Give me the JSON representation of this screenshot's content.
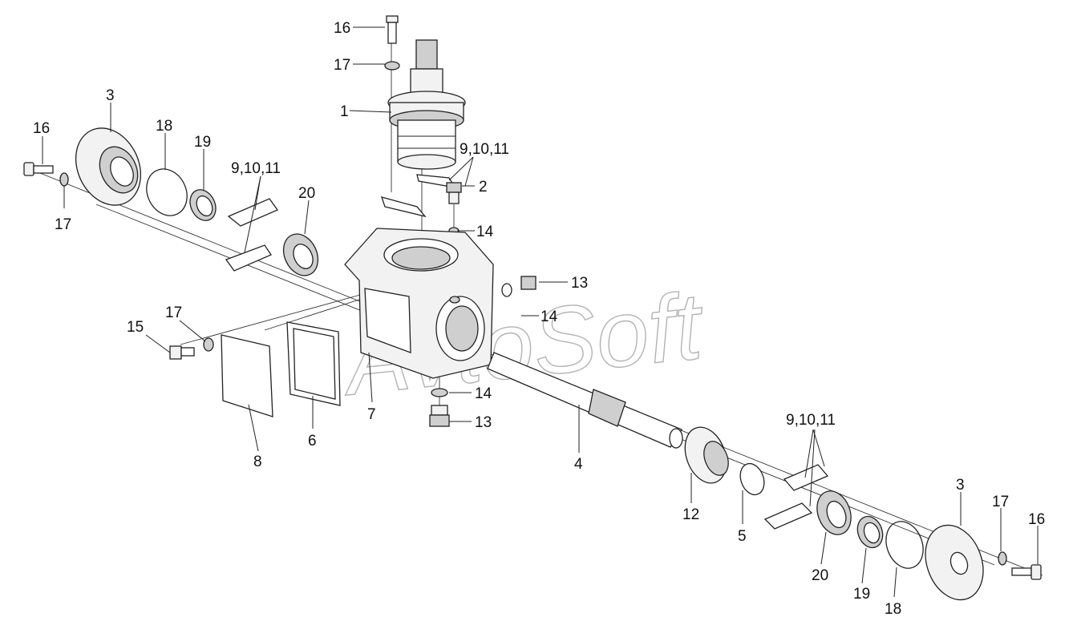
{
  "watermark": "AvtoSoft",
  "callouts": {
    "c1": "1",
    "c2": "2",
    "c3_left": "3",
    "c3_right": "3",
    "c4": "4",
    "c5": "5",
    "c6": "6",
    "c7": "7",
    "c8": "8",
    "c9_10_11_top": "9,10,11",
    "c9_10_11_left": "9,10,11",
    "c9_10_11_right": "9,10,11",
    "c12": "12",
    "c13_top": "13",
    "c13_bottom": "13",
    "c14_top": "14",
    "c14_mid": "14",
    "c14_bottom": "14",
    "c15": "15",
    "c16_top": "16",
    "c16_left": "16",
    "c16_right": "16",
    "c17_top": "17",
    "c17_left": "17",
    "c17_mid": "17",
    "c17_right": "17",
    "c18_left": "18",
    "c18_right": "18",
    "c19_left": "19",
    "c19_right": "19",
    "c20_left": "20",
    "c20_right": "20"
  }
}
